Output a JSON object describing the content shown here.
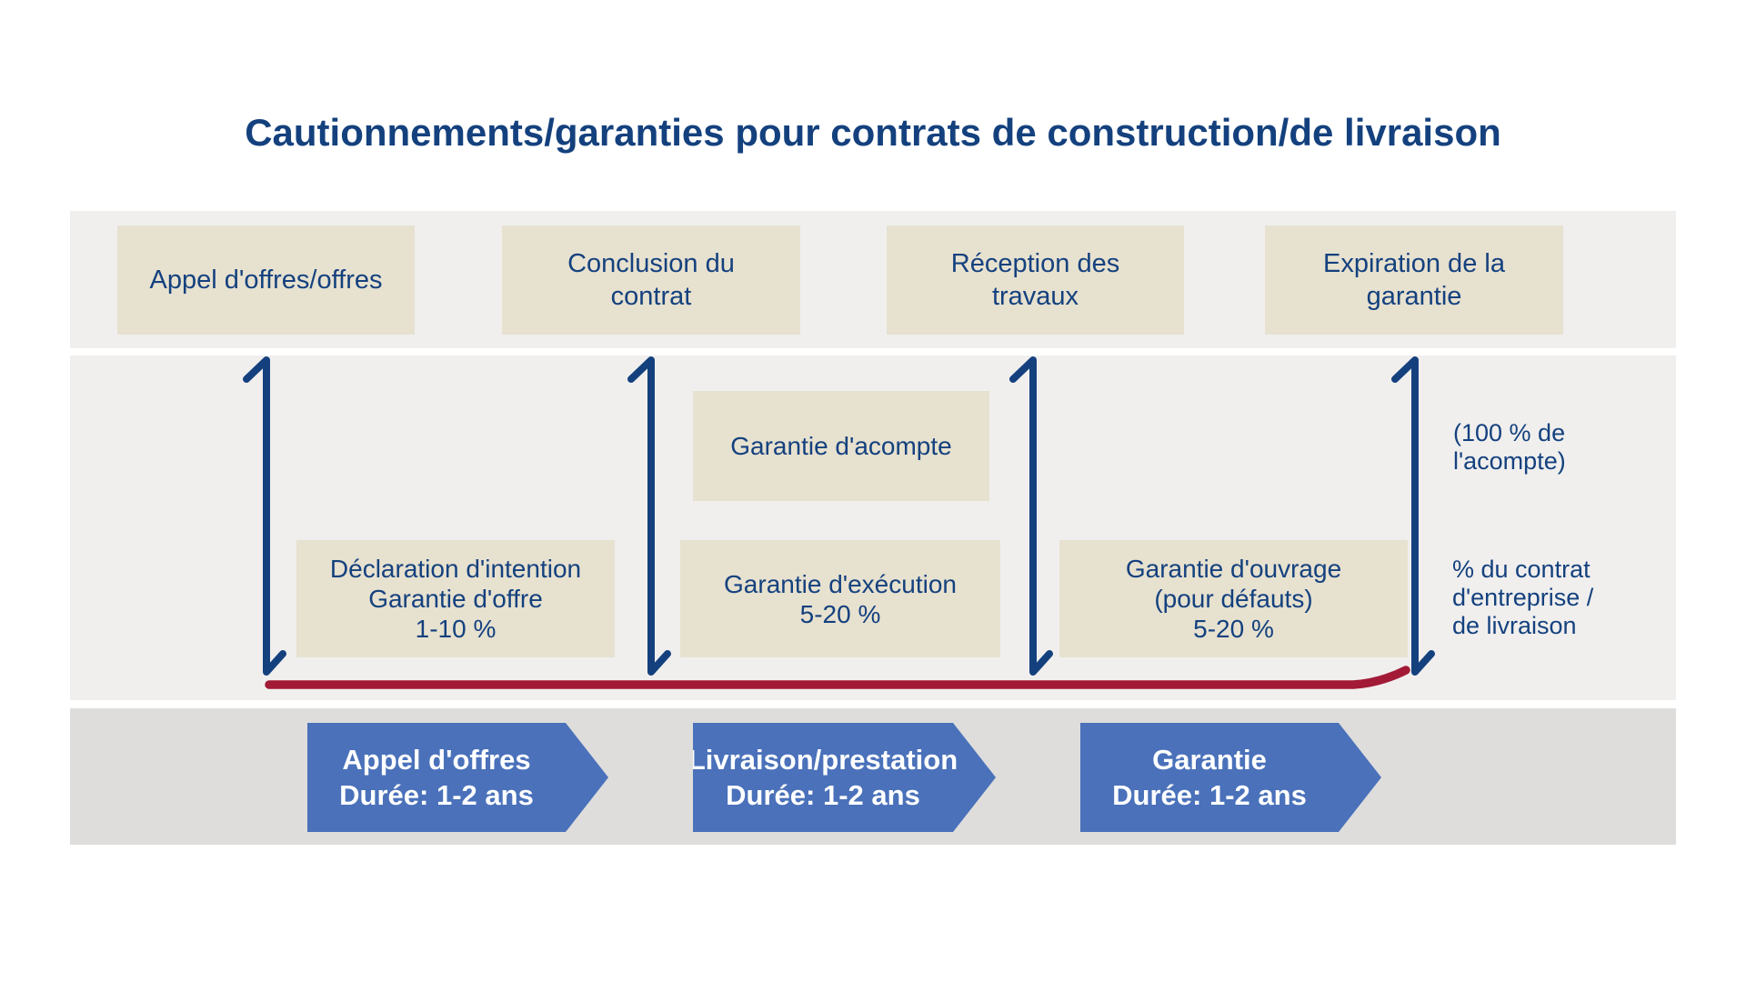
{
  "title": "Cautionnements/garanties pour contrats de construction/de livraison",
  "milestones": [
    {
      "label": "Appel d'offres/offres"
    },
    {
      "label": "Conclusion du contrat"
    },
    {
      "label": "Réception des travaux"
    },
    {
      "label": "Expiration de la garantie"
    }
  ],
  "guarantees": [
    {
      "lines": [
        "Garantie d'acompte"
      ]
    },
    {
      "lines": [
        "Déclaration d'intention",
        "Garantie d'offre",
        "1-10 %"
      ]
    },
    {
      "lines": [
        "Garantie d'exécution",
        "5-20 %"
      ]
    },
    {
      "lines": [
        "Garantie d'ouvrage",
        "(pour défauts)",
        "5-20 %"
      ]
    }
  ],
  "side_notes": [
    {
      "lines": [
        "(100 % de",
        "l'acompte)"
      ]
    },
    {
      "lines": [
        "% du contrat",
        "d'entreprise /",
        "de livraison"
      ]
    }
  ],
  "phases": [
    {
      "title": "Appel d'offres",
      "duration": "Durée: 1-2 ans"
    },
    {
      "title": "Livraison/prestation",
      "duration": "Durée: 1-2 ans"
    },
    {
      "title": "Garantie",
      "duration": "Durée: 1-2 ans"
    }
  ],
  "colors": {
    "navy_text": "#14417e",
    "beige_box": "#e7e1d0",
    "band_light_gray": "#f0efee",
    "band_dark_gray": "#dedddc",
    "phase_arrow_blue": "#4a71ba",
    "timeline_red": "#a21a36",
    "phase_text_white": "#ffffff"
  }
}
